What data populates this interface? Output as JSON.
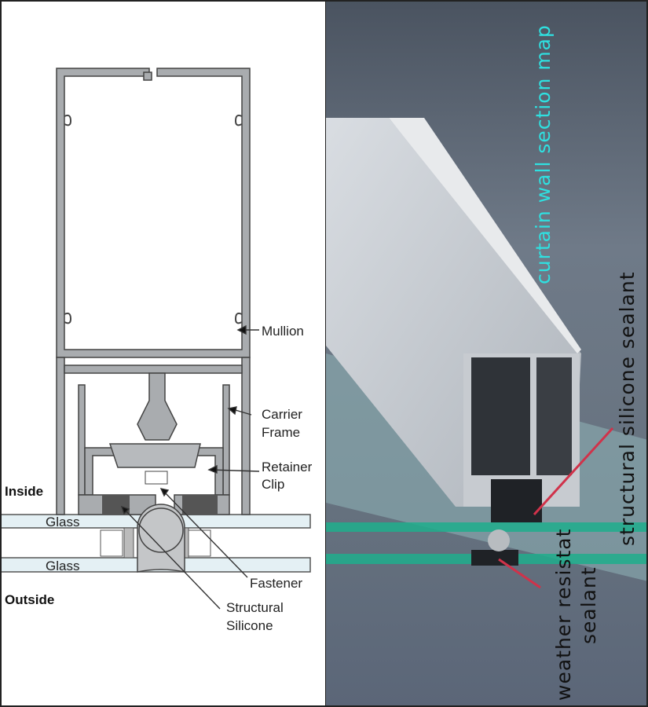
{
  "left_diagram": {
    "labels": {
      "mullion": "Mullion",
      "carrier_line1": "Carrier",
      "carrier_line2": "Frame",
      "retainer_line1": "Retainer",
      "retainer_line2": "Clip",
      "inside": "Inside",
      "glass_inner": "Glass",
      "glass_outer": "Glass",
      "fastener": "Fastener",
      "outside": "Outside",
      "silicone_line1": "Structural",
      "silicone_line2": "Silicone"
    }
  },
  "right_photo": {
    "title": "curtain wall section map",
    "structural_label": "structural silicone sealant",
    "weather_line1": "weather resistat",
    "weather_line2": "sealant",
    "colors": {
      "title": "#2fe0e0",
      "leader": "#d0324a",
      "glass": "#1fae8c",
      "background": "#5f6b7c"
    }
  }
}
